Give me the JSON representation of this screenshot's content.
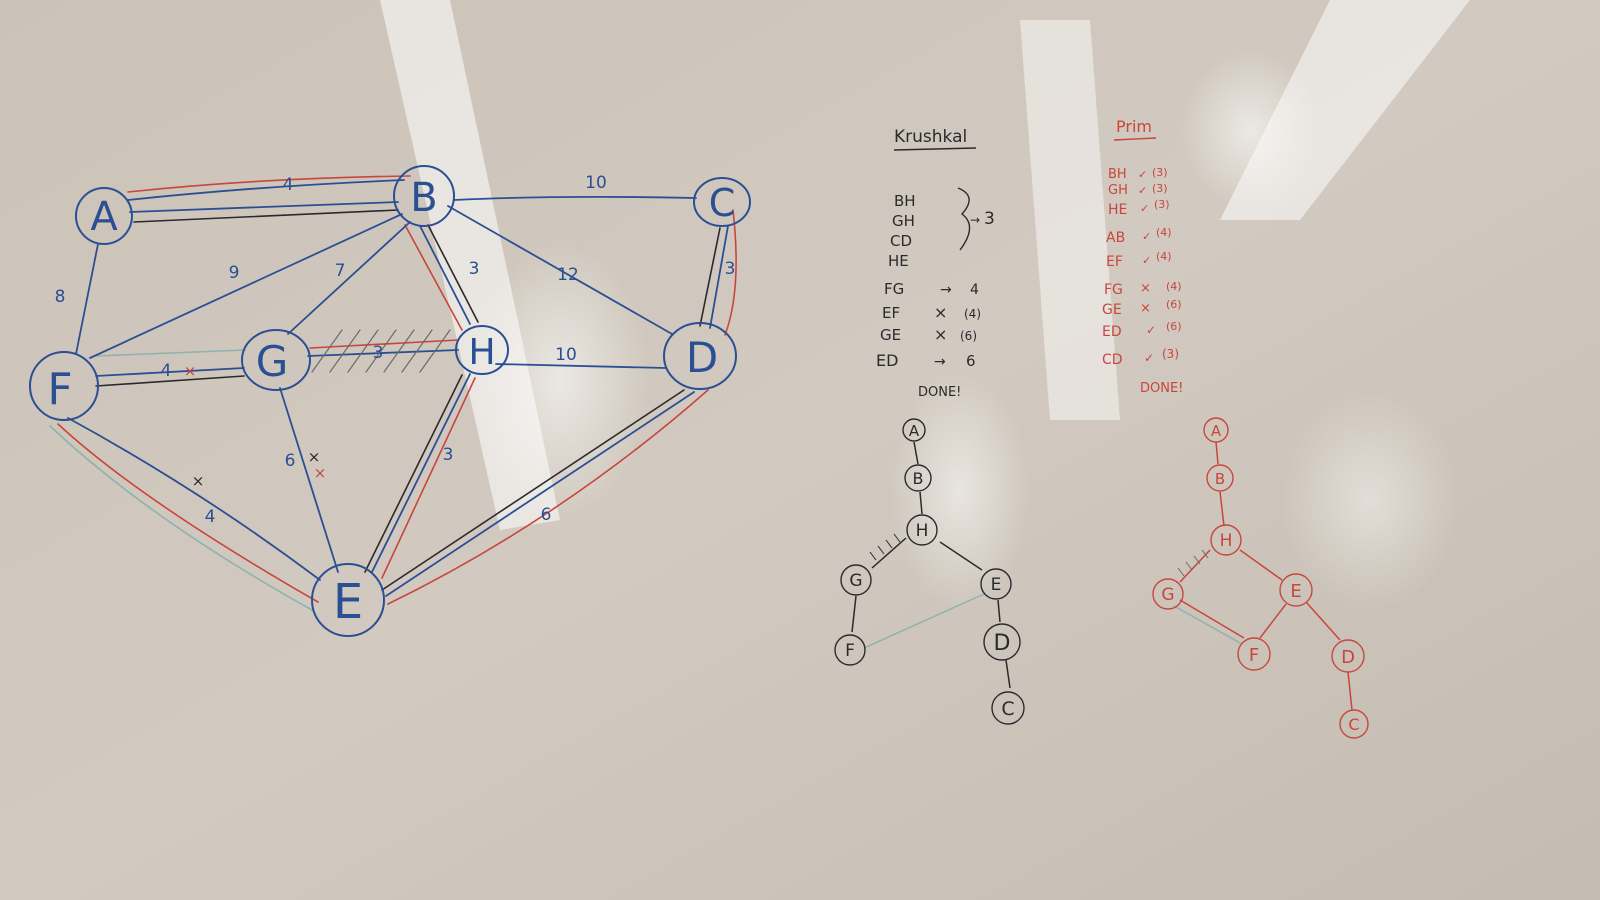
{
  "colors": {
    "board": "#cfc6bb",
    "blue": "#2b4f93",
    "black": "#2a2a2e",
    "red": "#c8463d",
    "teal": "#8fb2ad"
  },
  "graph": {
    "nodes": [
      "A",
      "B",
      "C",
      "D",
      "E",
      "F",
      "G",
      "H"
    ],
    "edge_weights": [
      "4",
      "10",
      "8",
      "9",
      "7",
      "3",
      "12",
      "3",
      "4",
      "3",
      "10",
      "6",
      "4",
      "3",
      "6"
    ],
    "marks": [
      "×",
      "×",
      "×",
      "×"
    ]
  },
  "kruskal": {
    "title": "Krushkal",
    "group": [
      "BH",
      "GH",
      "CD",
      "HE"
    ],
    "group_weight": "3",
    "group_arrow": "→",
    "rows": [
      {
        "edge": "FG",
        "mark": "→",
        "weight": "4"
      },
      {
        "edge": "EF",
        "mark": "×",
        "weight": "(4)"
      },
      {
        "edge": "GE",
        "mark": "×",
        "weight": "(6)"
      },
      {
        "edge": "ED",
        "mark": "→",
        "weight": "6"
      }
    ],
    "done": "DONE!",
    "tree_nodes": [
      "A",
      "B",
      "H",
      "G",
      "E",
      "F",
      "D",
      "C"
    ]
  },
  "prim": {
    "title": "Prim",
    "rows": [
      {
        "edge": "BH",
        "mark": "✓",
        "weight": "(3)"
      },
      {
        "edge": "GH",
        "mark": "✓",
        "weight": "(3)"
      },
      {
        "edge": "HE",
        "mark": "✓",
        "weight": "(3)"
      },
      {
        "edge": "AB",
        "mark": "✓",
        "weight": "(4)"
      },
      {
        "edge": "EF",
        "mark": "✓",
        "weight": "(4)"
      },
      {
        "edge": "FG",
        "mark": "×",
        "weight": "(4)"
      },
      {
        "edge": "GE",
        "mark": "×",
        "weight": "(6)"
      },
      {
        "edge": "ED",
        "mark": "✓",
        "weight": "(6)"
      },
      {
        "edge": "CD",
        "mark": "✓",
        "weight": "(3)"
      }
    ],
    "done": "DONE!",
    "tree_nodes": [
      "A",
      "B",
      "H",
      "G",
      "E",
      "F",
      "D",
      "C"
    ]
  }
}
